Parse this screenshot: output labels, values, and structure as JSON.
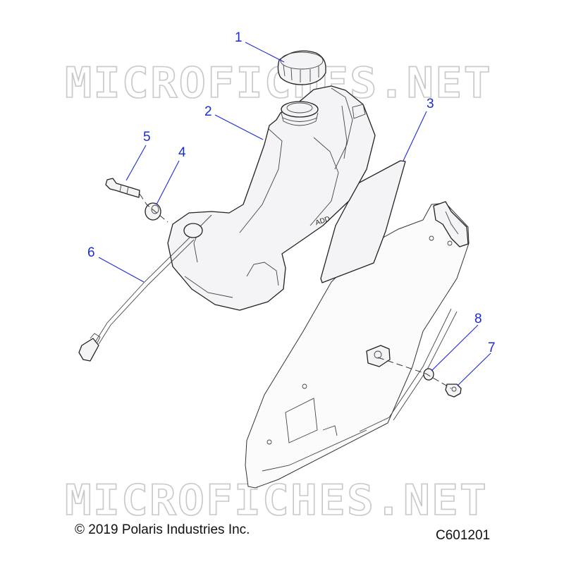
{
  "watermark": "MICROFICHES.NET",
  "tank_mark": "ADD",
  "footer": {
    "copyright": "© 2019 Polaris Industries Inc.",
    "diagram_id": "C601201"
  },
  "callouts": [
    {
      "label": "1",
      "part": "fuel-cap"
    },
    {
      "label": "2",
      "part": "fuel-tank"
    },
    {
      "label": "3",
      "part": "heat-shield"
    },
    {
      "label": "4",
      "part": "grommet"
    },
    {
      "label": "5",
      "part": "screw"
    },
    {
      "label": "6",
      "part": "fuel-sender"
    },
    {
      "label": "7",
      "part": "bolt"
    },
    {
      "label": "8",
      "part": "washer"
    }
  ],
  "colors": {
    "callout": "#1a2bd8",
    "linework": "#222222",
    "watermark": "#c9c9c9"
  }
}
